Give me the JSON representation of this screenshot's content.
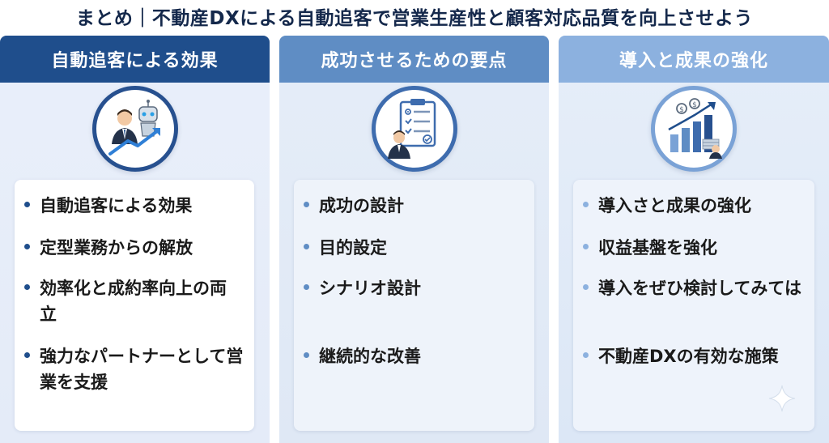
{
  "title": "まとめ｜不動産DXによる自動追客で営業生産性と顧客対応品質を向上させよう",
  "columns": [
    {
      "header": "自動追客による効果",
      "icon": "business-person-robot-growth-icon",
      "bullets": [
        "自動追客による効果",
        "定型業務からの解放",
        "効率化と成約率向上の両立",
        "強力なパートナーとして営業を支援"
      ]
    },
    {
      "header": "成功させるための要点",
      "icon": "checklist-clipboard-person-icon",
      "bullets": [
        "成功の設計",
        "目的設定",
        "シナリオ設計",
        "継続的な改善"
      ]
    },
    {
      "header": "導入と成果の強化",
      "icon": "revenue-growth-chart-icon",
      "bullets": [
        "導入さと成果の強化",
        "収益基盤を強化",
        "導入をぜひ検討してみては",
        "不動産DXの有効な施策"
      ]
    }
  ],
  "colors": {
    "col1_header": "#1f4e8c",
    "col2_header": "#5f8dc4",
    "col3_header": "#8cb1df",
    "title_text": "#14284b"
  }
}
